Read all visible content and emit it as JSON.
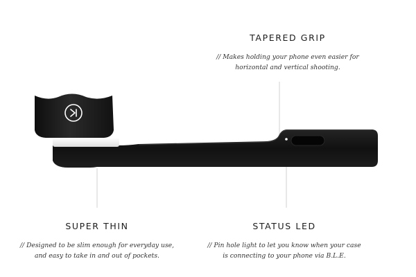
{
  "callouts": {
    "tapered_grip": {
      "title": "TAPERED GRIP",
      "line1": "// Makes holding your phone even easier for",
      "line2": "horizontal and vertical shooting."
    },
    "super_thin": {
      "title": "SUPER THIN",
      "line1": "// Designed to be slim enough for everyday use,",
      "line2": "and easy to take in and out of pockets."
    },
    "status_led": {
      "title": "STATUS LED",
      "line1": "// Pin hole light to let you know when your case",
      "line2": "is connecting to your phone via B.L.E."
    }
  },
  "colors": {
    "case_body": "#141414",
    "lens_housing": "#1c1c1c",
    "mount_plate": "#f2f2f2",
    "leader_line": "#d2d2d2",
    "text": "#222222"
  }
}
